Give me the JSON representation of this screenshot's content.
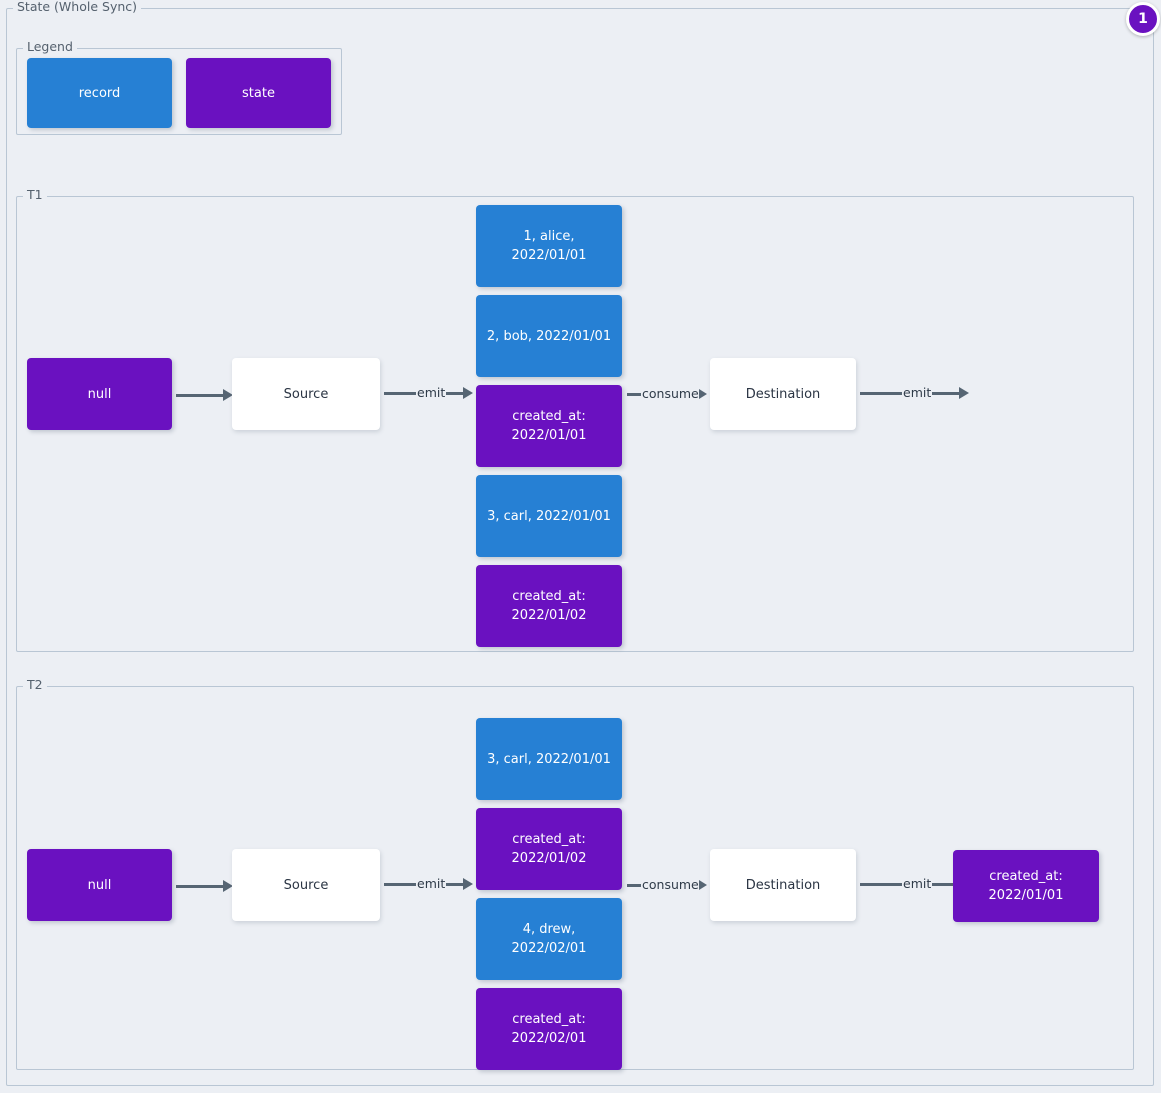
{
  "diagram": {
    "title": "State (Whole Sync)",
    "badge": "1",
    "colors": {
      "record": "#2680d4",
      "state": "#6a11c0",
      "plain": "#ffffff",
      "edge": "#566573",
      "background": "#eceff4",
      "border": "#b9c6d4"
    }
  },
  "legend": {
    "label": "Legend",
    "items": [
      {
        "label": "record",
        "kind": "record"
      },
      {
        "label": "state",
        "kind": "state"
      }
    ]
  },
  "rows": [
    {
      "label": "T1",
      "initial_state": "null",
      "source": "Source",
      "destination": "Destination",
      "emit_label": "emit",
      "consume_label": "consume",
      "final_emit_label": "emit",
      "stream": [
        {
          "text": "1, alice, 2022/01/01",
          "kind": "record"
        },
        {
          "text": "2, bob, 2022/01/01",
          "kind": "record"
        },
        {
          "text": "created_at:\n2022/01/01",
          "kind": "state"
        },
        {
          "text": "3, carl, 2022/01/01",
          "kind": "record"
        },
        {
          "text": "created_at:\n2022/01/02",
          "kind": "state"
        }
      ],
      "final_state": null
    },
    {
      "label": "T2",
      "initial_state": "null",
      "source": "Source",
      "destination": "Destination",
      "emit_label": "emit",
      "consume_label": "consume",
      "final_emit_label": "emit",
      "stream": [
        {
          "text": "3, carl, 2022/01/01",
          "kind": "record"
        },
        {
          "text": "created_at:\n2022/01/02",
          "kind": "state"
        },
        {
          "text": "4, drew, 2022/02/01",
          "kind": "record"
        },
        {
          "text": "created_at:\n2022/02/01",
          "kind": "state"
        }
      ],
      "final_state": "created_at:\n2022/01/01"
    }
  ]
}
